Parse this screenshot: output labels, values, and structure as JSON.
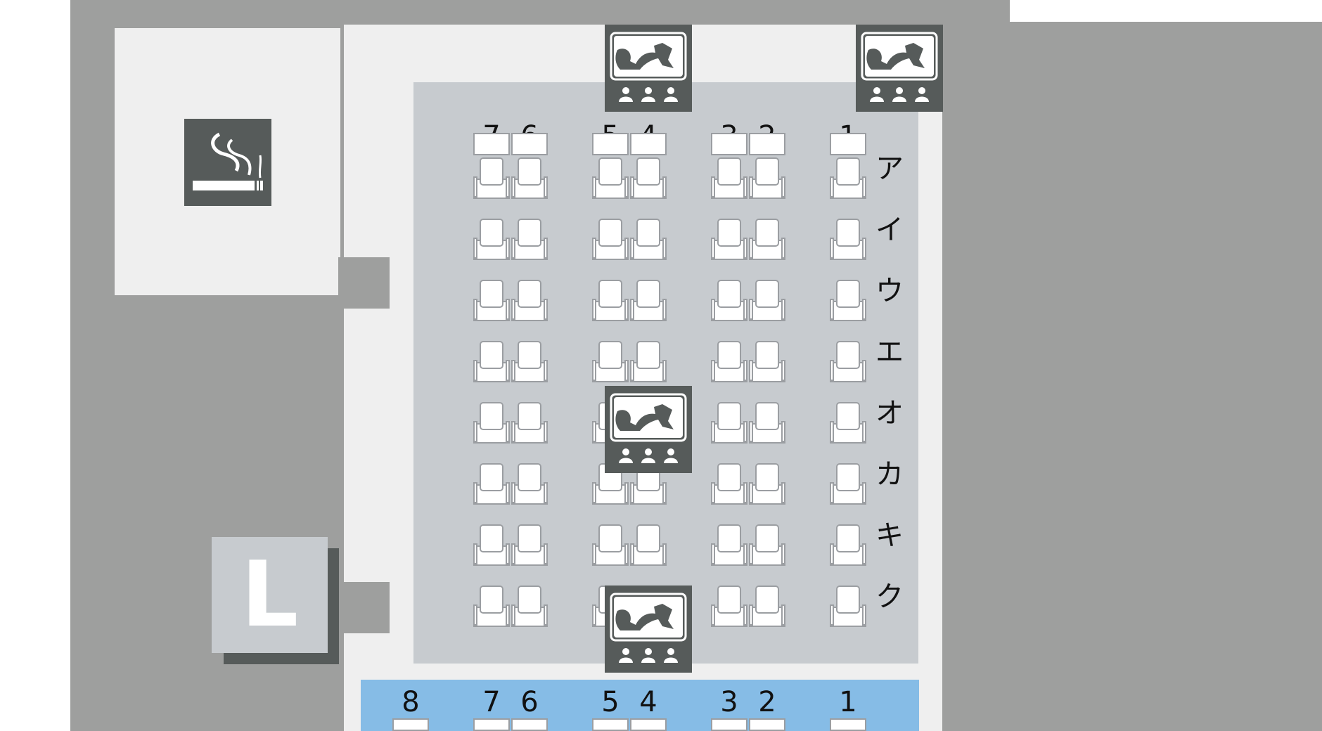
{
  "colors": {
    "outer": "#9e9f9e",
    "room": "#efefef",
    "seat_area": "#c7cbcf",
    "dark": "#565b5a",
    "blue": "#86bce6",
    "l_box": "#c7cbcf"
  },
  "icons": {
    "smoking": "smoking-area-icon",
    "monitor": "race-monitor-icon",
    "l": "lounge-l-icon"
  },
  "l_label": "L",
  "column_numbers": [
    "7",
    "6",
    "5",
    "4",
    "3",
    "2",
    "1"
  ],
  "row_labels": [
    "ア",
    "イ",
    "ウ",
    "エ",
    "オ",
    "カ",
    "キ",
    "ク"
  ],
  "bottom_column_numbers": [
    "8",
    "7",
    "6",
    "5",
    "4",
    "3",
    "2",
    "1"
  ]
}
